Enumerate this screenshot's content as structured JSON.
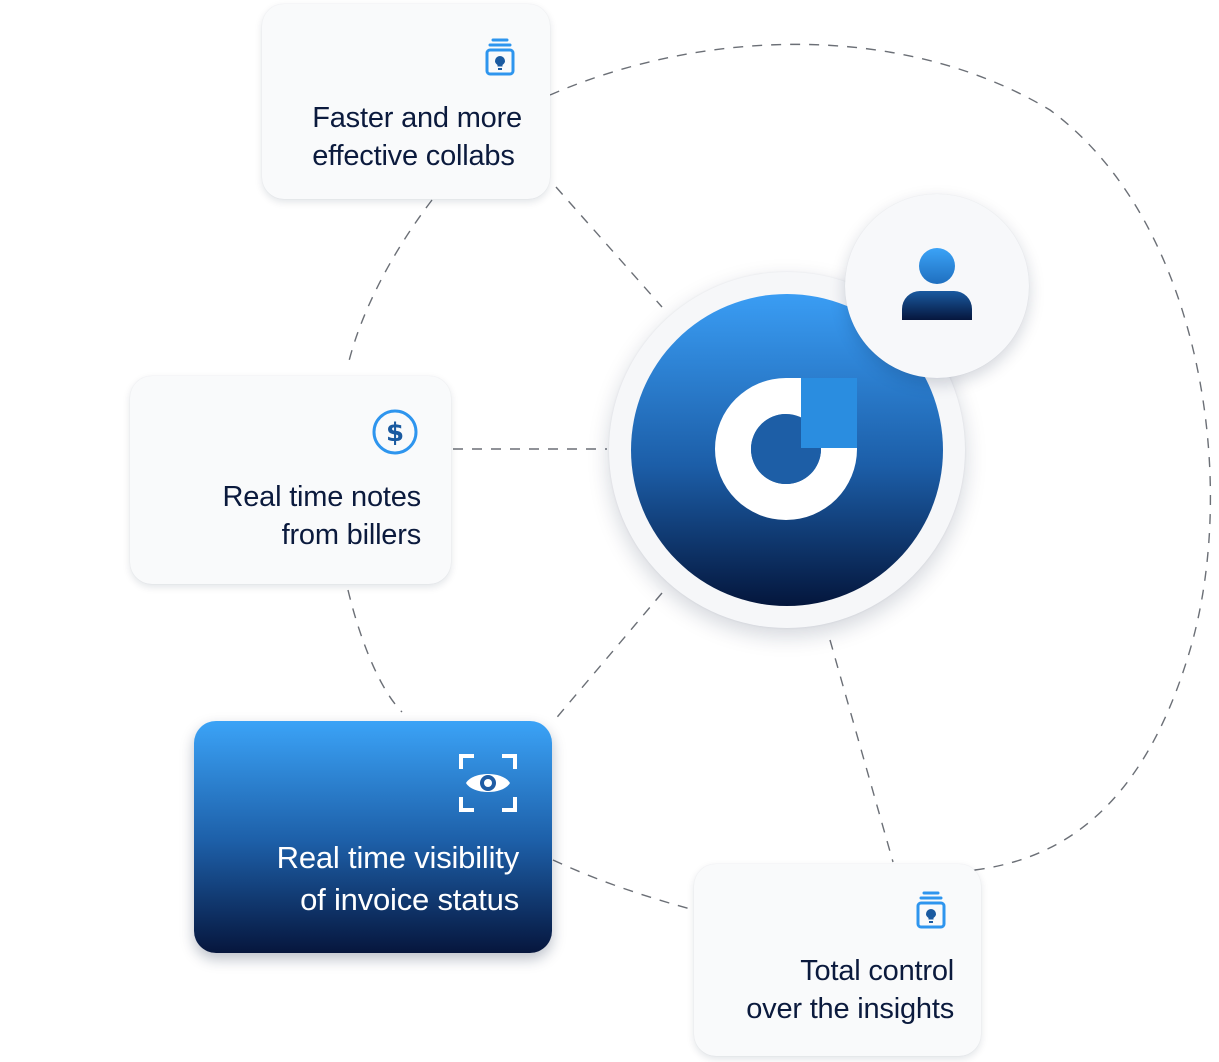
{
  "diagram": {
    "center": {
      "logo_icon": "brand-ring-logo-icon",
      "badge_icon": "user-icon"
    },
    "cards": [
      {
        "id": "collabs",
        "icon": "clipboard-lightbulb-icon",
        "lines": [
          "Faster and more",
          "effective collabs"
        ],
        "highlighted": false
      },
      {
        "id": "notes",
        "icon": "dollar-circle-icon",
        "lines": [
          "Real time notes",
          "from billers"
        ],
        "highlighted": false
      },
      {
        "id": "visibility",
        "icon": "eye-scan-icon",
        "lines": [
          "Real time visibility",
          "of invoice status"
        ],
        "highlighted": true
      },
      {
        "id": "insights",
        "icon": "clipboard-lightbulb-icon",
        "lines": [
          "Total control",
          "over the insights"
        ],
        "highlighted": false
      }
    ],
    "colors": {
      "accent_light": "#3BA3F7",
      "accent_dark": "#06163D",
      "text_dark": "#0B1A3D",
      "card_bg": "#F9FAFB",
      "connector": "#6B6F76"
    }
  }
}
